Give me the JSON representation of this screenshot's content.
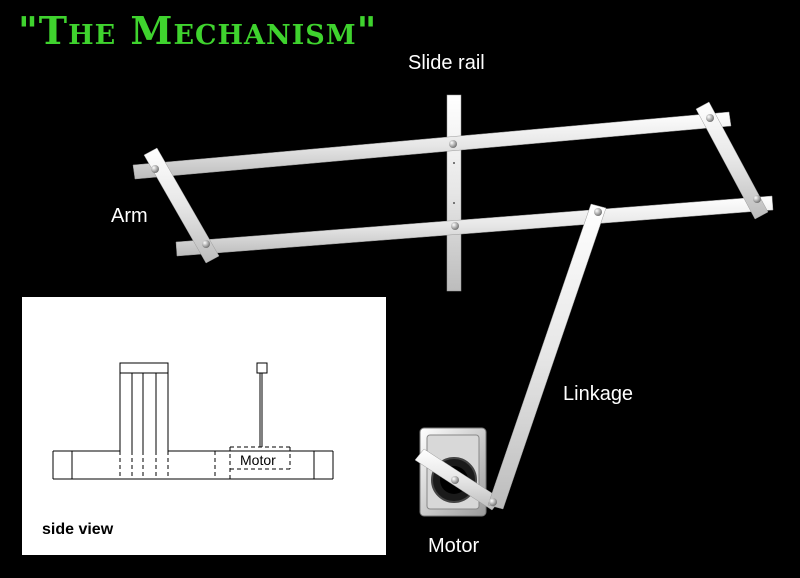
{
  "title": "\"The Mechanism\"",
  "labels": {
    "slide_rail": "Slide rail",
    "arm": "Arm",
    "linkage": "Linkage",
    "motor": "Motor"
  },
  "side_view": {
    "caption": "side view",
    "motor_label": "Motor"
  },
  "colors": {
    "title": "#3fd32e",
    "background": "#000000",
    "metal": "#e9e9e9"
  }
}
